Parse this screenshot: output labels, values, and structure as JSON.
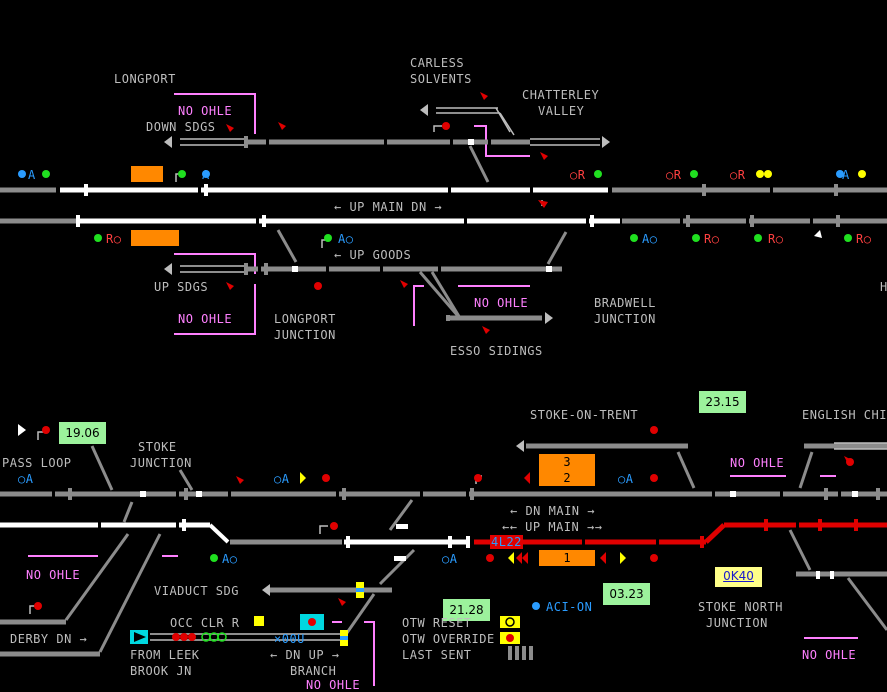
{
  "places": {
    "longport": "LONGPORT",
    "carless": "CARLESS",
    "solvents": "SOLVENTS",
    "chatterley": "CHATTERLEY",
    "valley": "VALLEY",
    "down_sdgs": "DOWN SDGS",
    "up_main_dn": "← UP MAIN DN →",
    "up_goods": "← UP GOODS",
    "up_sdgs": "UP SDGS",
    "longport_jn_1": "LONGPORT",
    "longport_jn_2": "JUNCTION",
    "bradwell_1": "BRADWELL",
    "bradwell_2": "JUNCTION",
    "esso": "ESSO SIDINGS",
    "pass_loop": "PASS LOOP",
    "stoke_jn_1": "STOKE",
    "stoke_jn_2": "JUNCTION",
    "stoke_on_trent": "STOKE-ON-TRENT",
    "english_chi": "ENGLISH CHI",
    "dn_main": "← DN MAIN →",
    "up_main": "←← UP MAIN →→",
    "viaduct_sdg": "VIADUCT SDG",
    "derby_dn": "DERBY DN →",
    "occ_clr": "OCC CLR R",
    "from_leek": "FROM LEEK",
    "brook_jn": "BROOK JN",
    "xoou": "×00U",
    "dn_up": "← DN  UP →",
    "branch": "BRANCH",
    "otw_reset": "OTW RESET",
    "otw_override": "OTW OVERRIDE",
    "last_sent": "LAST SENT",
    "aci_on": "ACI-ON",
    "stoke_north_1": "STOKE NORTH",
    "stoke_north_2": "JUNCTION",
    "truncated_h": "H"
  },
  "no_ohle": "NO OHLE",
  "times": {
    "t1906": "19.06",
    "t2315": "23.15",
    "t2128": "21.28",
    "t0323": "03.23"
  },
  "berths": {
    "b3": "3",
    "b2": "2",
    "b1": "1",
    "headcode": "4L22",
    "ok40": "0K40"
  },
  "signal_labels": {
    "a": "A",
    "r": "R",
    "oa": "○A",
    "ao": "A○",
    "ro": "R○",
    "or": "○R"
  },
  "colors": {
    "track_idle": "#8c8c8c",
    "track_set": "#ffffff",
    "track_occupied": "#e00000",
    "pink": "#ff80ff",
    "signal_red": "#ff2020",
    "signal_green": "#20e020",
    "signal_blue": "#2a9cff",
    "berth_orange": "#ff8800",
    "time_green": "#9cf29c"
  }
}
